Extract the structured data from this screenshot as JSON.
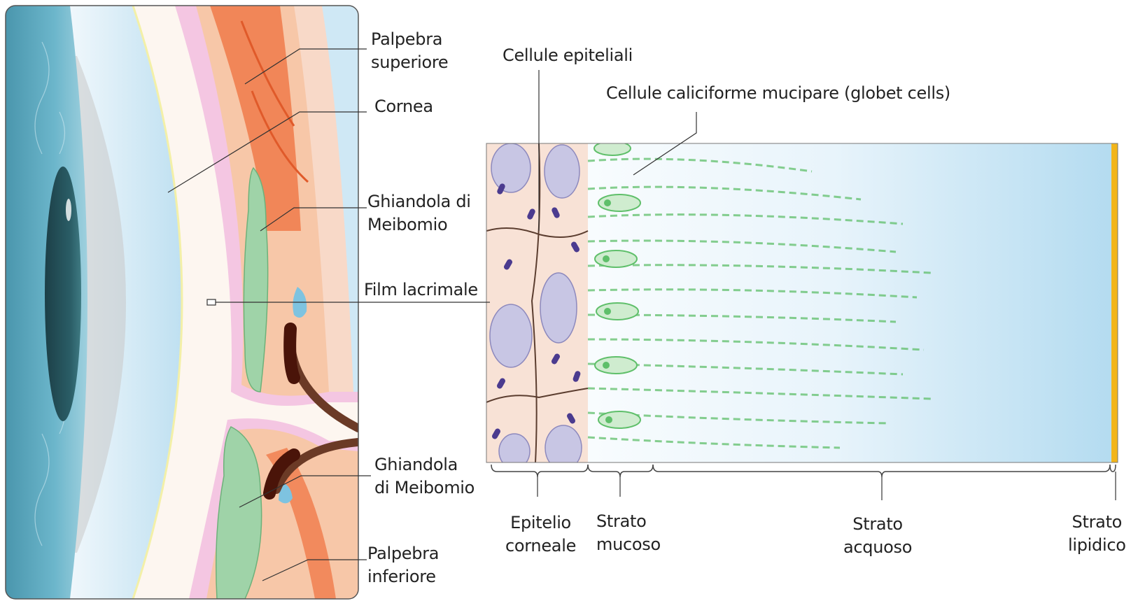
{
  "labels": {
    "palpebra_superiore": [
      "Palpebra",
      "superiore"
    ],
    "cornea": "Cornea",
    "ghiandola_meibomio_upper": [
      "Ghiandola di",
      "Meibomio"
    ],
    "film_lacrimale": "Film lacrimale",
    "ghiandola_meibomio_lower": [
      "Ghiandola",
      "di Meibomio"
    ],
    "palpebra_inferiore": [
      "Palpebra",
      "inferiore"
    ],
    "cellule_epiteliali": "Cellule epiteliali",
    "cellule_caliciforme": "Cellule caliciforme mucipare (globet cells)",
    "epitelio_corneale": [
      "Epitelio",
      "corneale"
    ],
    "strato_mucoso": [
      "Strato",
      "mucoso"
    ],
    "strato_acquoso": [
      "Strato",
      "acquoso"
    ],
    "strato_lipidico": [
      "Strato",
      "lipidico"
    ]
  },
  "colors": {
    "iris": "#5aa6bd",
    "pupil": "#214a52",
    "cornea": "#cfe8f5",
    "eyelid_muscle": "#f07a4a",
    "eyelid_skin": "#f7c7a8",
    "conjunctiva": "#e9b8d6",
    "meibomian_gland": "#9fd3a8",
    "duct": "#5a1f12",
    "epithelium": "#f8e2d6",
    "cell_nucleus": "#c8c6e4",
    "mucus_green": "#5fbf6a",
    "aqueous": "#b5dcf0",
    "lipid": "#f2b51a",
    "leader_line": "#333333"
  }
}
